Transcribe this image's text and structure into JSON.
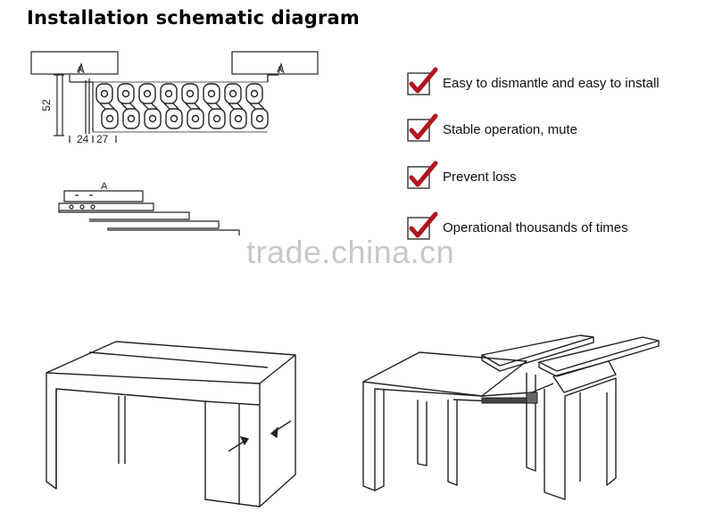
{
  "title": "Installation schematic diagram",
  "dimensions": {
    "height": "52",
    "width_a": "24",
    "width_b": "27",
    "marker": "A",
    "marker2": "A",
    "marker3": "A"
  },
  "features": [
    {
      "text": "Easy to dismantle and easy to install"
    },
    {
      "text": "Stable operation, mute"
    },
    {
      "text": "Prevent loss"
    },
    {
      "text": "Operational thousands of times"
    }
  ],
  "watermark": "trade.china.cn",
  "colors": {
    "check": "#b3131e",
    "line": "#222222",
    "watermark": "#c8c8c8"
  },
  "icons": {
    "check": "check-mark-icon",
    "arrow": "arrow-icon"
  }
}
